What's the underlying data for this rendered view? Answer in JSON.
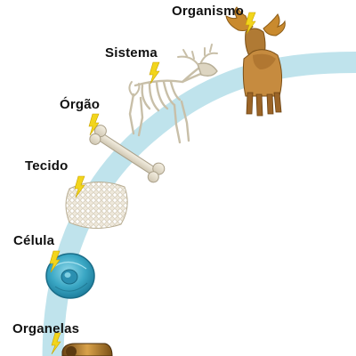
{
  "diagram": {
    "levels": [
      {
        "id": "organelas",
        "label": "Organelas"
      },
      {
        "id": "celula",
        "label": "Célula"
      },
      {
        "id": "tecido",
        "label": "Tecido"
      },
      {
        "id": "orgao",
        "label": "Órgão"
      },
      {
        "id": "sistema",
        "label": "Sistema"
      },
      {
        "id": "organismo",
        "label": "Organismo"
      }
    ],
    "colors": {
      "arc": "#bfe3ec",
      "pointer": "#f2d51c",
      "label_text": "#111111"
    },
    "icons": {
      "organelas": "organelle-icon",
      "celula": "cell-icon",
      "tecido": "tissue-icon",
      "orgao": "bone-icon",
      "sistema": "skeleton-icon",
      "organismo": "moose-icon"
    }
  }
}
